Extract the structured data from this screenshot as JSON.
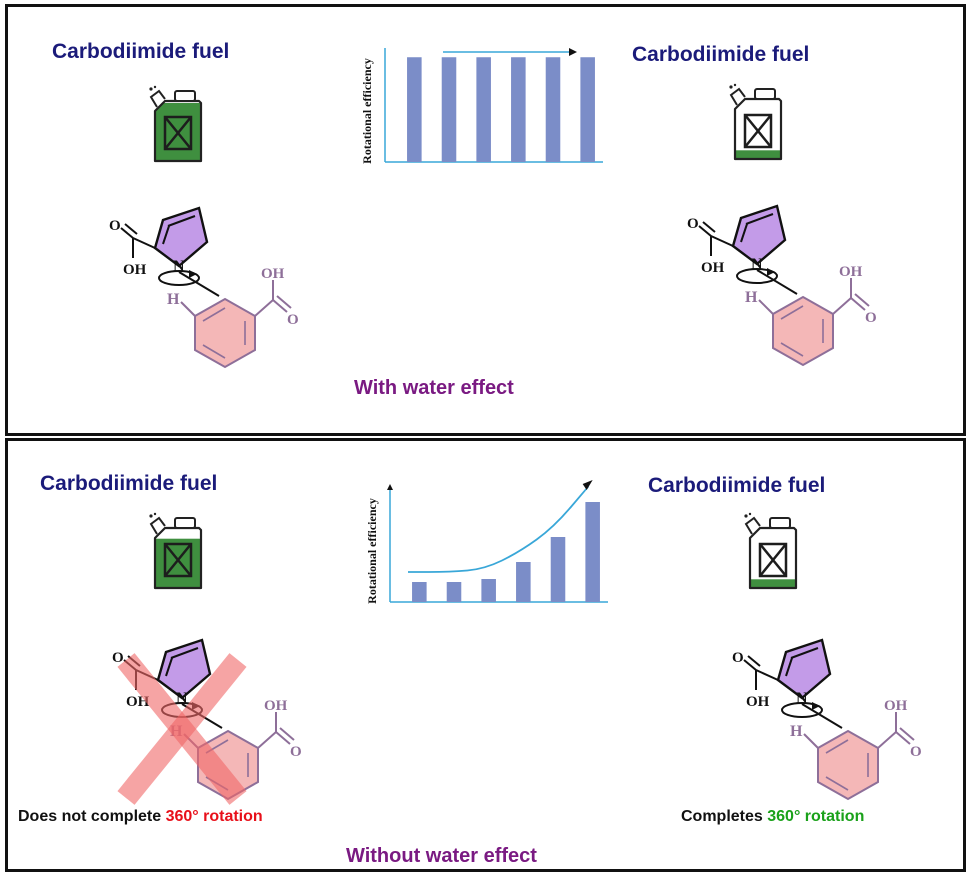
{
  "colors": {
    "fuel_title": "#1b1b7a",
    "caption": "#7a1a82",
    "fuel_green": "#3f8f3f",
    "pyrrole_fill": "#c39be8",
    "benzene_fill": "#f4b7b7",
    "acid_gray": "#8e6f99",
    "bar_blue": "#7b8dc8",
    "axis_blue": "#39a7d8",
    "cross_red": "#f06868",
    "angle_red": "#e8101a",
    "angle_green": "#1aa11a"
  },
  "top_panel": {
    "left_title": "Carbodiimide fuel",
    "right_title": "Carbodiimide fuel",
    "caption": "With water effect",
    "left_fuel_level": 1.0,
    "right_fuel_level": 0.15
  },
  "bottom_panel": {
    "left_title": "Carbodiimide fuel",
    "right_title": "Carbodiimide fuel",
    "caption": "Without water effect",
    "left_status_prefix": "Does not complete ",
    "left_status_highlight": "360° rotation",
    "right_status_prefix": "Completes ",
    "right_status_highlight": "360° rotation",
    "left_fuel_level": 0.85,
    "right_fuel_level": 0.15
  },
  "molecule": {
    "atom_oh": "OH",
    "atom_o": "O",
    "atom_n": "N",
    "atom_h": "H"
  },
  "charts": [
    {
      "type": "bar",
      "ylabel": "Rotational efficiency",
      "values": [
        1,
        1,
        1,
        1,
        1,
        1
      ],
      "ylim": [
        0,
        1.05
      ],
      "trend": "arrow-right"
    },
    {
      "type": "bar",
      "ylabel": "Rotational efficiency",
      "values": [
        0.2,
        0.2,
        0.23,
        0.4,
        0.65,
        1
      ],
      "ylim": [
        0,
        1.1
      ],
      "trend": "exponential-curve"
    }
  ]
}
